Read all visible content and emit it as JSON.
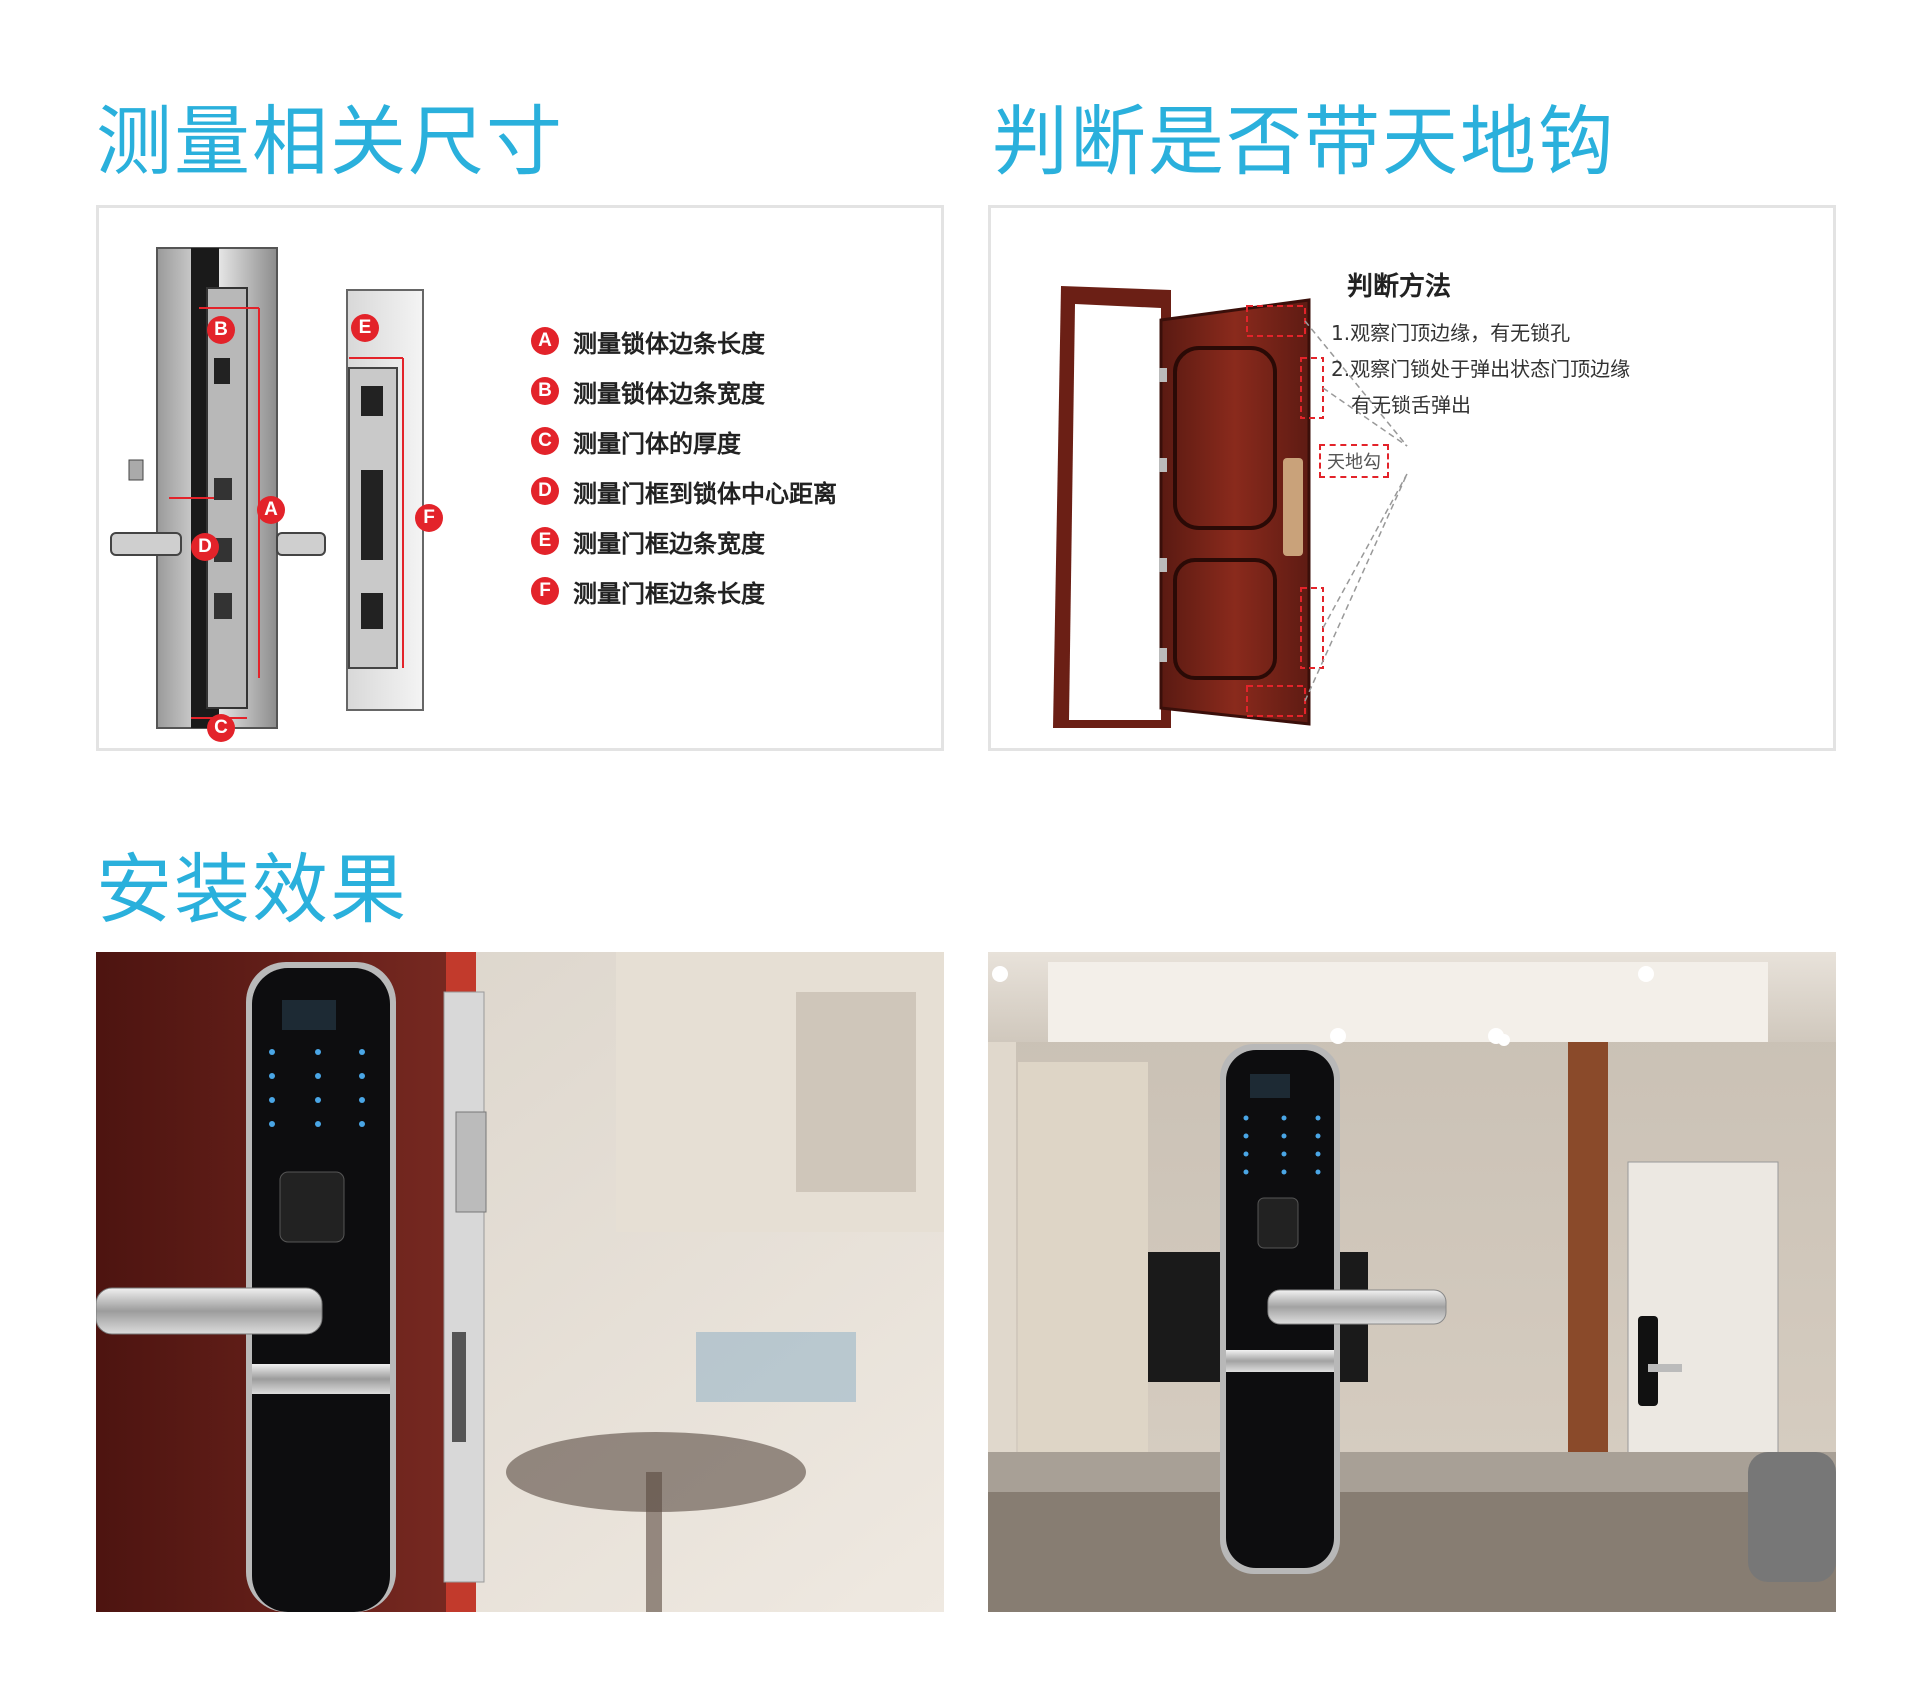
{
  "headings": {
    "measure": "测量相关尺寸",
    "hook": "判断是否带天地钩",
    "install": "安装效果"
  },
  "measure_panel": {
    "diagram_letters": [
      "B",
      "A",
      "D",
      "C",
      "E",
      "F"
    ],
    "legend": [
      {
        "letter": "A",
        "text": "测量锁体边条长度"
      },
      {
        "letter": "B",
        "text": "测量锁体边条宽度"
      },
      {
        "letter": "C",
        "text": "测量门体的厚度"
      },
      {
        "letter": "D",
        "text": "测量门框到锁体中心距离"
      },
      {
        "letter": "E",
        "text": "测量门框边条宽度"
      },
      {
        "letter": "F",
        "text": "测量门框边条长度"
      }
    ]
  },
  "hook_panel": {
    "method_title": "判断方法",
    "method_lines": [
      "1.观察门顶边缘，有无锁孔",
      "2.观察门锁处于弹出状态门顶边缘",
      "有无锁舌弹出"
    ],
    "callout_label": "天地勾"
  },
  "colors": {
    "heading": "#2ab0dc",
    "badge": "#e3232a",
    "panel_border": "#e3e3e3"
  }
}
